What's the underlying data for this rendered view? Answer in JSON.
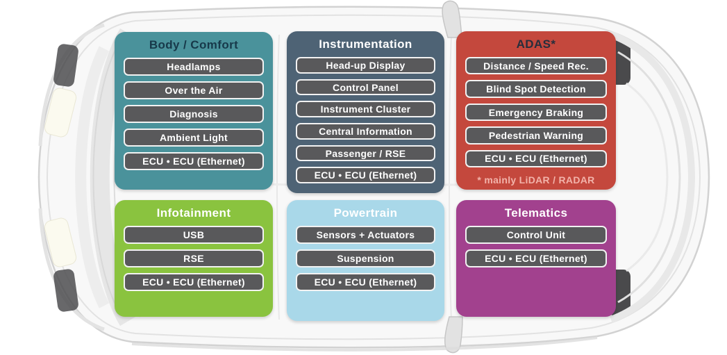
{
  "diagram": {
    "panels": [
      {
        "id": "body-comfort",
        "title": "Body / Comfort",
        "title_color": "#17394a",
        "bg": "#4a929b",
        "items": [
          "Headlamps",
          "Over the Air",
          "Diagnosis",
          "Ambient Light",
          "ECU • ECU (Ethernet)"
        ]
      },
      {
        "id": "instrumentation",
        "title": "Instrumentation",
        "title_color": "#ffffff",
        "bg": "#4e6375",
        "items": [
          "Head-up Display",
          "Control Panel",
          "Instrument Cluster",
          "Central Information",
          "Passenger / RSE",
          "ECU • ECU (Ethernet)"
        ]
      },
      {
        "id": "adas",
        "title": "ADAS*",
        "title_color": "#262e3c",
        "bg": "#c4483d",
        "items": [
          "Distance / Speed Rec.",
          "Blind Spot Detection",
          "Emergency Braking",
          "Pedestrian Warning",
          "ECU • ECU (Ethernet)"
        ],
        "footnote": "* mainly LiDAR / RADAR",
        "footnote_color": "#f2b3aa"
      },
      {
        "id": "infotainment",
        "title": "Infotainment",
        "title_color": "#ffffff",
        "bg": "#8ac33f",
        "items": [
          "USB",
          "RSE",
          "ECU • ECU (Ethernet)"
        ]
      },
      {
        "id": "powertrain",
        "title": "Powertrain",
        "title_color": "#ffffff",
        "bg": "#a9d8e9",
        "items": [
          "Sensors + Actuators",
          "Suspension",
          "ECU • ECU (Ethernet)"
        ]
      },
      {
        "id": "telematics",
        "title": "Telematics",
        "title_color": "#ffffff",
        "bg": "#a2418e",
        "items": [
          "Control Unit",
          "ECU • ECU (Ethernet)"
        ]
      }
    ],
    "pill": {
      "bg": "#59595b",
      "border": "#f2f2f2",
      "text_color": "#ffffff"
    },
    "background_icon": "car-top-view"
  }
}
